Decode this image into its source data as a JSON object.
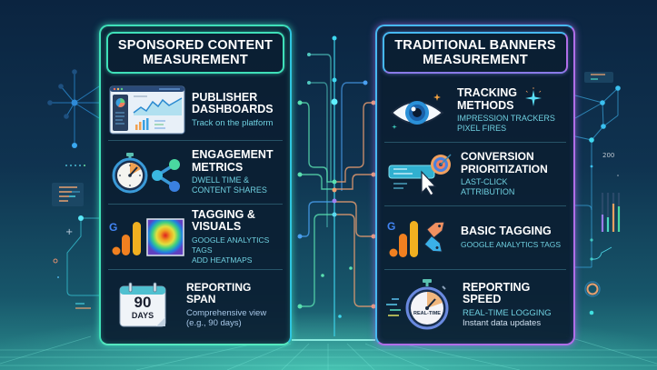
{
  "colors": {
    "left_accent": "#3fe0b8",
    "right_accent": "#b06ee8",
    "subtitle_cyan": "#6fd0e0",
    "panel_bg": "#0b1e32"
  },
  "left_panel": {
    "title_line1": "SPONSORED CONTENT",
    "title_line2": "MEASUREMENT",
    "items": [
      {
        "icon": "dashboard-icon",
        "title_line1": "PUBLISHER",
        "title_line2": "DASHBOARDS",
        "sub_line1": "Track on the platform",
        "sub_line2": ""
      },
      {
        "icon": "stopwatch-share-icon",
        "title_line1": "ENGAGEMENT",
        "title_line2": "METRICS",
        "sub_line1": "DWELL TIME &",
        "sub_line2": "CONTENT SHARES"
      },
      {
        "icon": "analytics-heatmap-icon",
        "title_line1": "TAGGING &",
        "title_line2": "VISUALS",
        "sub_line1": "GOOGLE ANALYTICS TAGS",
        "sub_line2": "ADD HEATMAPS"
      },
      {
        "icon": "calendar-icon",
        "title_line1": "REPORTING SPAN",
        "title_line2": "",
        "sub_line1": "Comprehensive view",
        "sub_line2": "(e.g., 90 days)",
        "calendar_number": "90",
        "calendar_unit": "DAYS"
      }
    ]
  },
  "right_panel": {
    "title_line1": "TRADITIONAL BANNERS",
    "title_line2": "MEASUREMENT",
    "items": [
      {
        "icon": "eye-icon",
        "title_line1": "TRACKING",
        "title_line2": "METHODS",
        "sub_line1": "IMPRESSION TRACKERS",
        "sub_line2": "PIXEL FIRES"
      },
      {
        "icon": "click-target-icon",
        "title_line1": "CONVERSION",
        "title_line2": "PRIORITIZATION",
        "sub_line1": "LAST-CLICK",
        "sub_line2": "ATTRIBUTION"
      },
      {
        "icon": "analytics-tags-icon",
        "title_line1": "BASIC TAGGING",
        "title_line2": "",
        "sub_line1": "GOOGLE ANALYTICS TAGS",
        "sub_line2": ""
      },
      {
        "icon": "realtime-stopwatch-icon",
        "title_line1": "REPORTING",
        "title_line2": "SPEED",
        "sub_line1": "REAL-TIME LOGGING",
        "sub_line2": "Instant data updates",
        "gauge_label": "REAL-TIME"
      }
    ]
  },
  "decorations": {
    "right_side_value": "200"
  }
}
